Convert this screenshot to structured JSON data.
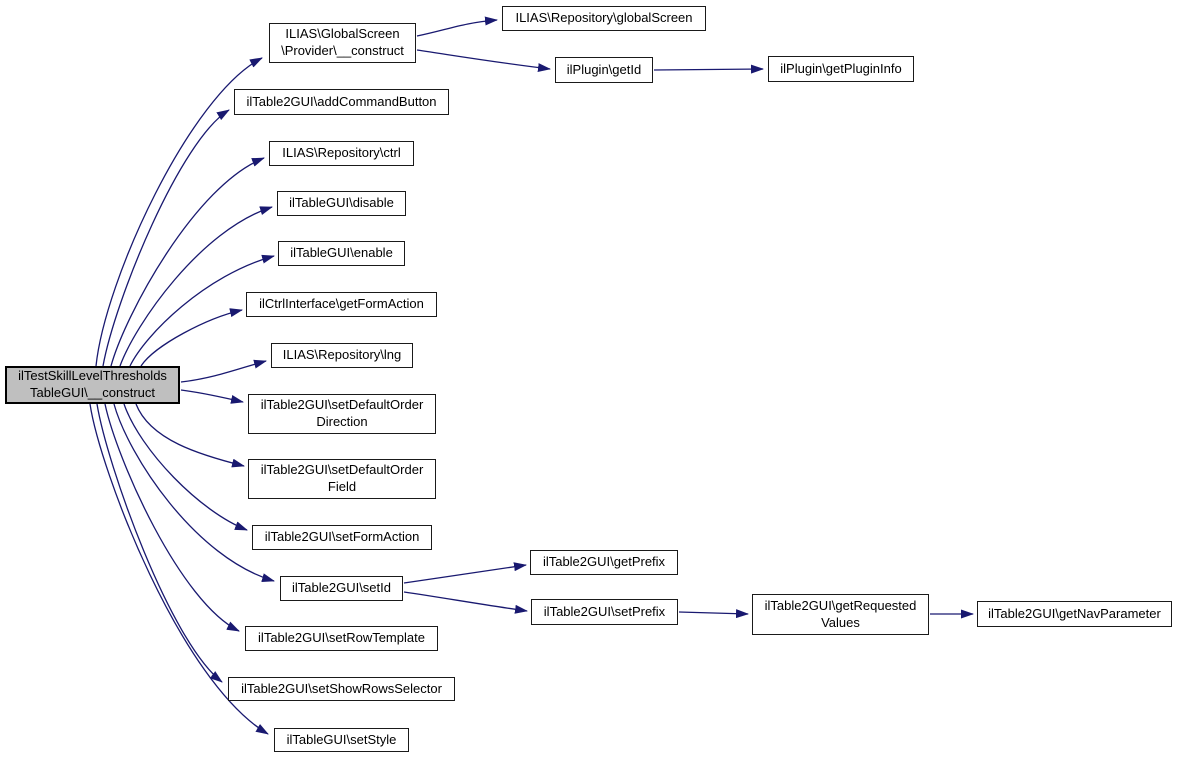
{
  "diagram": {
    "type": "call-graph",
    "title": "Call graph for ilTestSkillLevelThresholdsTableGUI\\__construct",
    "background_color": "#ffffff",
    "edge_color": "#191970",
    "node_fill": "#ffffff",
    "node_border_color": "#1a1a1a",
    "root_fill": "#bfbfbf"
  },
  "nodes": [
    {
      "id": "root",
      "label": "ilTestSkillLevelThresholds\nTableGUI\\__construct"
    },
    {
      "id": "provider-construct",
      "label": "ILIAS\\GlobalScreen\n\\Provider\\__construct"
    },
    {
      "id": "global-screen",
      "label": "ILIAS\\Repository\\globalScreen"
    },
    {
      "id": "get-id",
      "label": "ilPlugin\\getId"
    },
    {
      "id": "get-plugin-info",
      "label": "ilPlugin\\getPluginInfo"
    },
    {
      "id": "add-command-button",
      "label": "ilTable2GUI\\addCommandButton"
    },
    {
      "id": "ctrl",
      "label": "ILIAS\\Repository\\ctrl"
    },
    {
      "id": "disable",
      "label": "ilTableGUI\\disable"
    },
    {
      "id": "enable",
      "label": "ilTableGUI\\enable"
    },
    {
      "id": "get-form-action",
      "label": "ilCtrlInterface\\getFormAction"
    },
    {
      "id": "lng",
      "label": "ILIAS\\Repository\\lng"
    },
    {
      "id": "set-default-order-direction",
      "label": "ilTable2GUI\\setDefaultOrder\nDirection"
    },
    {
      "id": "set-default-order-field",
      "label": "ilTable2GUI\\setDefaultOrder\nField"
    },
    {
      "id": "set-form-action",
      "label": "ilTable2GUI\\setFormAction"
    },
    {
      "id": "set-id",
      "label": "ilTable2GUI\\setId"
    },
    {
      "id": "set-row-template",
      "label": "ilTable2GUI\\setRowTemplate"
    },
    {
      "id": "set-show-rows-selector",
      "label": "ilTable2GUI\\setShowRowsSelector"
    },
    {
      "id": "set-style",
      "label": "ilTableGUI\\setStyle"
    },
    {
      "id": "get-prefix",
      "label": "ilTable2GUI\\getPrefix"
    },
    {
      "id": "set-prefix",
      "label": "ilTable2GUI\\setPrefix"
    },
    {
      "id": "get-requested-values",
      "label": "ilTable2GUI\\getRequested\nValues"
    },
    {
      "id": "get-nav-parameter",
      "label": "ilTable2GUI\\getNavParameter"
    }
  ],
  "edges": [
    {
      "from": "root",
      "to": "provider-construct"
    },
    {
      "from": "root",
      "to": "add-command-button"
    },
    {
      "from": "root",
      "to": "ctrl"
    },
    {
      "from": "root",
      "to": "disable"
    },
    {
      "from": "root",
      "to": "enable"
    },
    {
      "from": "root",
      "to": "get-form-action"
    },
    {
      "from": "root",
      "to": "lng"
    },
    {
      "from": "root",
      "to": "set-default-order-direction"
    },
    {
      "from": "root",
      "to": "set-default-order-field"
    },
    {
      "from": "root",
      "to": "set-form-action"
    },
    {
      "from": "root",
      "to": "set-id"
    },
    {
      "from": "root",
      "to": "set-row-template"
    },
    {
      "from": "root",
      "to": "set-show-rows-selector"
    },
    {
      "from": "root",
      "to": "set-style"
    },
    {
      "from": "provider-construct",
      "to": "global-screen"
    },
    {
      "from": "provider-construct",
      "to": "get-id"
    },
    {
      "from": "get-id",
      "to": "get-plugin-info"
    },
    {
      "from": "set-id",
      "to": "get-prefix"
    },
    {
      "from": "set-id",
      "to": "set-prefix"
    },
    {
      "from": "set-prefix",
      "to": "get-requested-values"
    },
    {
      "from": "get-requested-values",
      "to": "get-nav-parameter"
    }
  ]
}
